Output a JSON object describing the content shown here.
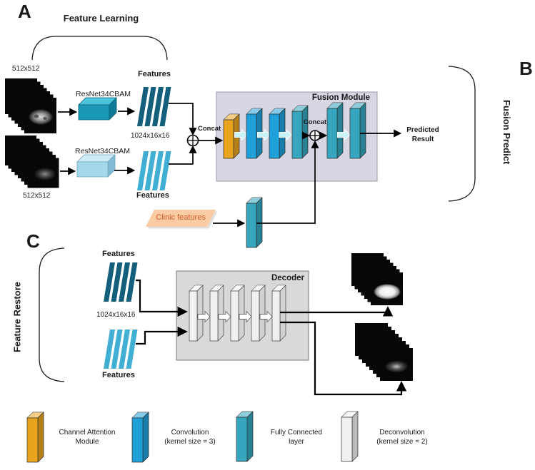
{
  "figure": {
    "panel_a": "A",
    "panel_b": "B",
    "panel_c": "C"
  },
  "section_a": {
    "title": "Feature Learning",
    "input_top": {
      "size": "512x512",
      "encoder": "ResNet34CBAM"
    },
    "input_bottom": {
      "size": "512x512",
      "encoder": "ResNet34CBAM"
    },
    "features_top": "Features",
    "features_bottom": "Features",
    "features_dim": "1024x16x16",
    "concat": "Concat",
    "fusion": {
      "title": "Fusion Module",
      "concat": "Concat"
    },
    "clinic": "Clinic features",
    "predicted_line1": "Predicted",
    "predicted_line2": "Result"
  },
  "section_b": {
    "title": "Fusion Predict"
  },
  "section_c": {
    "title": "Feature Restore",
    "features_top": "Features",
    "features_dim": "1024x16x16",
    "features_bottom": "Features",
    "decoder_title": "Decoder"
  },
  "legend": {
    "items": [
      {
        "icon": "channel-attention-slab",
        "line1": "Channel Attention",
        "line2": "Module"
      },
      {
        "icon": "convolution-slab",
        "line1": "Convolution",
        "line2": "(kernel size = 3)"
      },
      {
        "icon": "fully-connected-slab",
        "line1": "Fully Connected",
        "line2": "layer"
      },
      {
        "icon": "deconvolution-slab",
        "line1": "Deconvolution",
        "line2": "(kernel size = 2)"
      }
    ]
  },
  "colors": {
    "feature_dark": "#14607C",
    "feature_light": "#41AFD3",
    "conv_blue": "#1FA0D8",
    "fc_teal": "#35A6BE",
    "attention_orange": "#E9A41F",
    "deconv_white": "#F0F0F0",
    "fusion_bg": "#D8D6E2",
    "decoder_bg": "#D9D9D9",
    "clinic_fill": "#FBCBA3",
    "clinic_text": "#CC5A28",
    "cyan_arrow": "#C9F3F6"
  }
}
